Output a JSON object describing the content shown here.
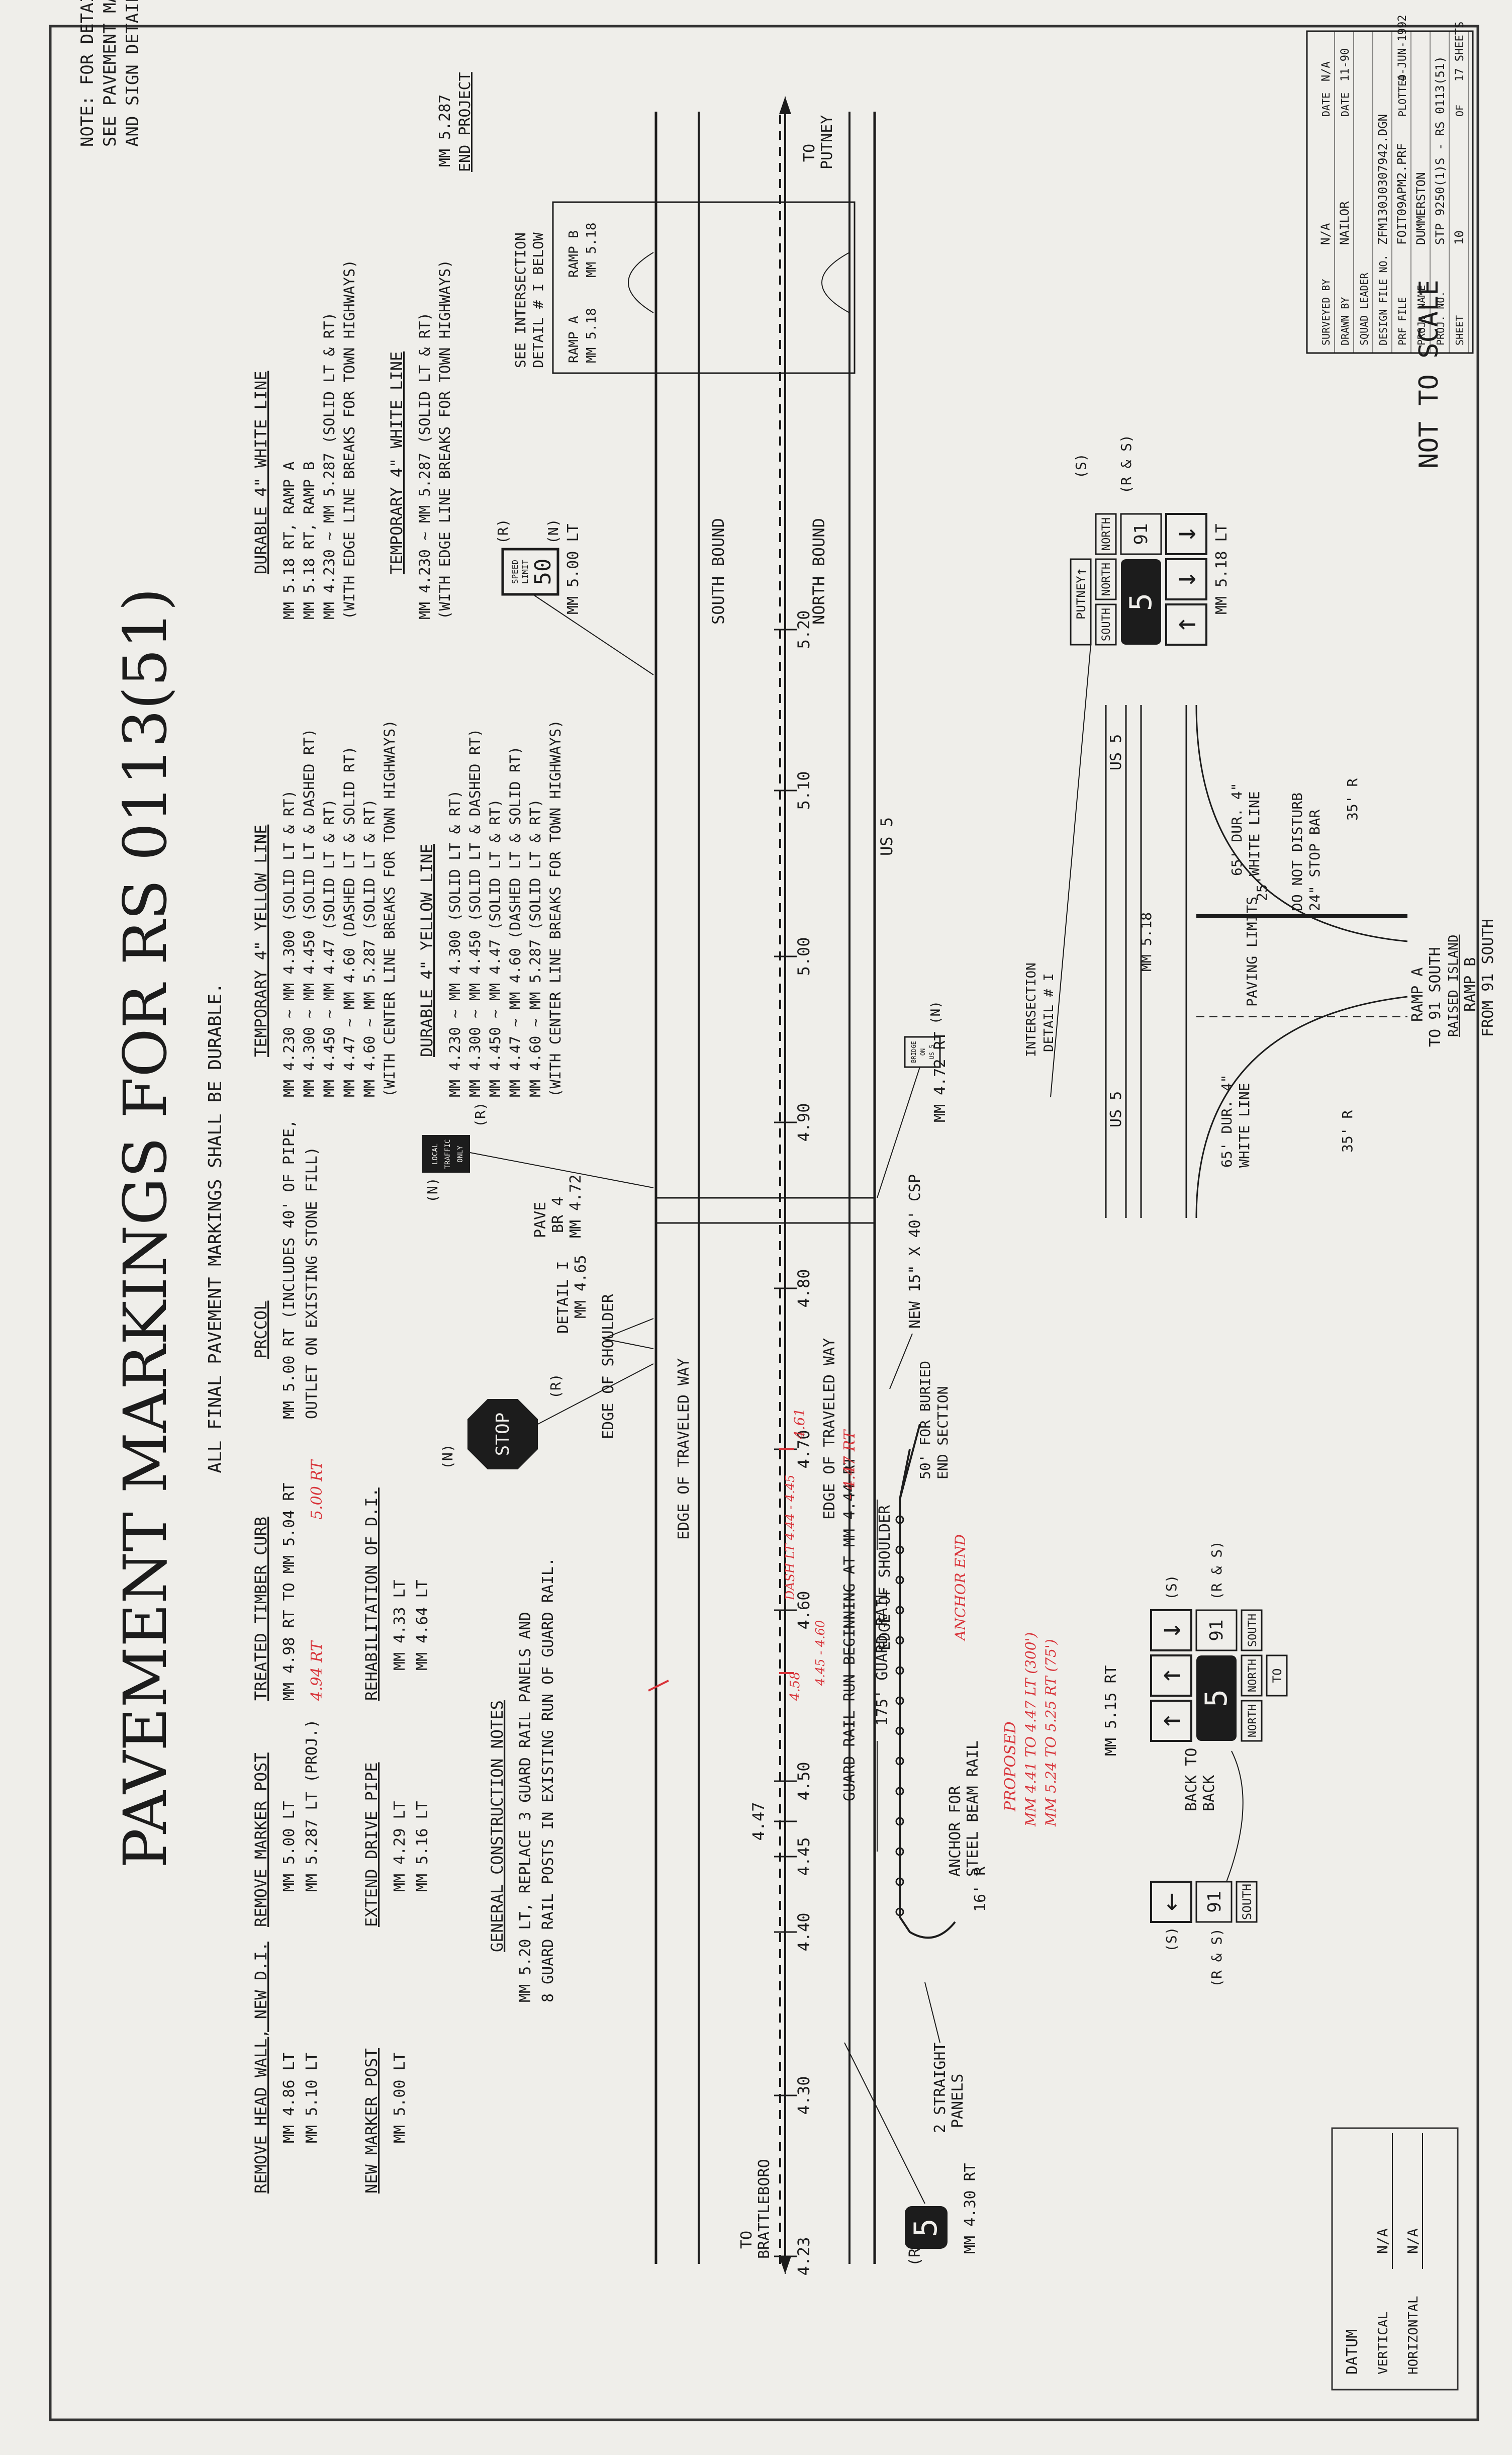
{
  "title": "PAVEMENT MARKINGS FOR RS 0113(51)",
  "subtitle": "ALL FINAL PAVEMENT MARKINGS SHALL BE DURABLE.",
  "note": [
    "NOTE: FOR DETAILS I & II",
    "SEE PAVEMENT MARKING",
    "AND SIGN DETAIL SHEET."
  ],
  "datum": {
    "heading": "DATUM",
    "vertical_label": "VERTICAL",
    "vertical": "N/A",
    "horizontal_label": "HORIZONTAL",
    "horizontal": "N/A"
  },
  "lists": {
    "remove_head_wall": {
      "heading": "REMOVE HEAD WALL, NEW D.I.",
      "items": [
        "MM 4.86 LT",
        "MM 5.10 LT"
      ]
    },
    "new_marker_post": {
      "heading": "NEW MARKER POST",
      "items": [
        "MM 5.00 LT"
      ]
    },
    "remove_marker_post": {
      "heading": "REMOVE MARKER POST",
      "items": [
        "MM 5.00 LT",
        "MM 5.287 LT (PROJ.)"
      ]
    },
    "extend_drive_pipe": {
      "heading": "EXTEND DRIVE PIPE",
      "items": [
        "MM 4.29 LT",
        "MM 5.16 LT"
      ]
    },
    "treated_timber_curb": {
      "heading": "TREATED TIMBER CURB",
      "items": [
        "MM 4.98 RT TO MM 5.04 RT"
      ]
    },
    "rehab_di": {
      "heading": "REHABILITATION OF D.I.",
      "items": [
        "MM 4.33 LT",
        "MM 4.64 LT"
      ]
    },
    "general_notes": {
      "heading": "GENERAL CONSTRUCTION NOTES",
      "items": [
        "MM 5.20 LT, REPLACE 3 GUARD RAIL PANELS AND",
        "8 GUARD RAIL POSTS IN EXISTING RUN OF GUARD RAIL."
      ]
    },
    "precol": {
      "heading": "PRCCOL",
      "items": [
        "MM 5.00 RT (INCLUDES 40' OF PIPE,",
        "OUTLET ON EXISTING STONE FILL)"
      ]
    },
    "temp_yellow": {
      "heading": "TEMPORARY 4\" YELLOW LINE",
      "items": [
        "MM 4.230 ~ MM 4.300 (SOLID LT & RT)",
        "MM 4.300 ~ MM 4.450 (SOLID LT & DASHED RT)",
        "MM 4.450 ~ MM 4.47 (SOLID LT & RT)",
        "MM 4.47 ~ MM 4.60 (DASHED LT & SOLID RT)",
        "MM 4.60 ~ MM 5.287 (SOLID LT & RT)",
        "(WITH CENTER LINE BREAKS FOR TOWN HIGHWAYS)"
      ]
    },
    "durable_yellow": {
      "heading": "DURABLE 4\" YELLOW LINE",
      "items": [
        "MM 4.230 ~ MM 4.300 (SOLID LT & RT)",
        "MM 4.300 ~ MM 4.450 (SOLID LT & DASHED RT)",
        "MM 4.450 ~ MM 4.47 (SOLID LT & RT)",
        "MM 4.47 ~ MM 4.60 (DASHED LT & SOLID RT)",
        "MM 4.60 ~ MM 5.287 (SOLID LT & RT)",
        "(WITH CENTER LINE BREAKS FOR TOWN HIGHWAYS)"
      ]
    },
    "durable_white": {
      "heading": "DURABLE 4\" WHITE LINE",
      "items": [
        "MM 5.18 RT, RAMP A",
        "MM 5.18 RT, RAMP B",
        "MM 4.230 ~ MM 5.287 (SOLID LT & RT)",
        "(WITH EDGE LINE BREAKS FOR TOWN HIGHWAYS)"
      ]
    },
    "temp_white": {
      "heading": "TEMPORARY 4\" WHITE LINE",
      "items": [
        "MM 4.230 ~ MM 5.287 (SOLID LT & RT)",
        "(WITH EDGE LINE BREAKS FOR TOWN HIGHWAYS)"
      ]
    }
  },
  "road": {
    "to_left": [
      "TO",
      "BRATTLEBORO"
    ],
    "to_right": [
      "TO",
      "PUTNEY"
    ],
    "stations": [
      "4.23",
      "4.30",
      "4.40",
      "4.45",
      "4.47",
      "4.50",
      "4.60",
      "4.70",
      "4.80",
      "4.90",
      "5.00",
      "5.10",
      "5.20"
    ],
    "edge_of_shoulder": "EDGE OF SHOULDER",
    "edge_of_traveled_way": "EDGE OF TRAVELED WAY",
    "us5": "US 5",
    "south_bound": "SOUTH BOUND",
    "north_bound": "NORTH BOUND",
    "end_project": [
      "MM 5.287",
      "END PROJECT"
    ]
  },
  "labels": {
    "mm430": "MM 4.30 RT",
    "straight_panels": [
      "2 STRAIGHT",
      "PANELS"
    ],
    "r16": "16' R",
    "anchor": [
      "ANCHOR FOR",
      "STEEL BEAM RAIL"
    ],
    "gr_run": "GUARD RAIL RUN BEGINNING AT MM 4.44 RT",
    "gr175": "175' GUARD RAIL",
    "end_section": [
      "50' FOR BURIED",
      "END SECTION"
    ],
    "culvert": "NEW 15\" X 40' CSP",
    "stop": "STOP",
    "detail1": [
      "DETAIL I",
      "MM 4.65"
    ],
    "pave_br": [
      "PAVE",
      "BR 4",
      "MM 4.72"
    ],
    "mm472": "MM 4.72 RT",
    "mm515": "MM 5.15 RT",
    "back_to_back": [
      "BACK TO",
      "BACK"
    ],
    "r35": "35' R",
    "dur65": [
      "65' DUR. 4\"",
      "WHITE LINE"
    ],
    "ramp_a": [
      "RAMP A",
      "TO 91 SOUTH"
    ],
    "raised_island": "RAISED ISLAND",
    "ramp_b": [
      "RAMP B",
      "FROM 91 SOUTH"
    ],
    "paving_limits": "PAVING LIMITS",
    "d25": "25'",
    "stop_bar": [
      "DO NOT DISTURB",
      "24\" STOP BAR"
    ],
    "mm518": "MM 5.18",
    "intersection": [
      "INTERSECTION",
      "DETAIL # I"
    ],
    "see_intersection": [
      "SEE INTERSECTION",
      "DETAIL # I BELOW"
    ],
    "ramp_a2": [
      "RAMP A",
      "MM 5.18"
    ],
    "ramp_b2": [
      "RAMP B",
      "MM 5.18"
    ],
    "mm518lt": "MM 5.18 LT",
    "mm500lt": "MM 5.00 LT",
    "speed": [
      "SPEED",
      "LIMIT",
      "50"
    ],
    "not_to_scale": "NOT TO SCALE"
  },
  "signs": {
    "r": "(R)",
    "s": "(S)",
    "n": "(N)",
    "rs": "(R & S)",
    "south": "SOUTH",
    "north": "NORTH",
    "to": "TO",
    "putney": "PUTNEY",
    "us": "5",
    "i91": "91",
    "bridge": [
      "BRIDGE",
      "ON",
      "US 5"
    ],
    "local": [
      "LOCAL",
      "TRAFFIC",
      "ONLY"
    ]
  },
  "red_notes": {
    "mm447": "MM 4.44 RT",
    "gr_rt": "- 4.47 RT",
    "anchor_new": "ANCHOR END",
    "proposed": "PROPOSED",
    "new_gr1": "MM 4.41 TO 4.47 LT (300')",
    "new_gr2": "MM 5.24 TO 5.25 RT (75')",
    "stations": "4.45 - 4.60",
    "dashed": "DASH LT 4.44 - 4.45",
    "v461": "4.61",
    "v458": "4.58",
    "v494": "4.94 RT",
    "v500": "5.00 RT"
  },
  "title_block": {
    "rows": [
      {
        "label": "SURVEYED BY",
        "value": "N/A",
        "label2": "DATE",
        "value2": "N/A"
      },
      {
        "label": "DRAWN BY",
        "value": "NAILOR",
        "label2": "DATE",
        "value2": "11-90"
      },
      {
        "label": "SQUAD LEADER",
        "value": "",
        "label2": "",
        "value2": ""
      },
      {
        "label": "DESIGN FILE NO.",
        "value": "ZFM130J0307942.DGN",
        "label2": "",
        "value2": ""
      },
      {
        "label": "PRF FILE",
        "value": "FOIT09APM2.PRF",
        "label2": "PLOTTED",
        "value2": "4-JUN-1992"
      },
      {
        "label": "PROJ. NAME",
        "value": "DUMMERSTON",
        "label2": "",
        "value2": ""
      },
      {
        "label": "PROJ. NO.",
        "value": "STP 9250(1)S - RS 0113(51)",
        "label2": "",
        "value2": ""
      },
      {
        "label": "SHEET",
        "value": "10",
        "label2": "OF",
        "value2": "17 SHEETS"
      }
    ]
  }
}
